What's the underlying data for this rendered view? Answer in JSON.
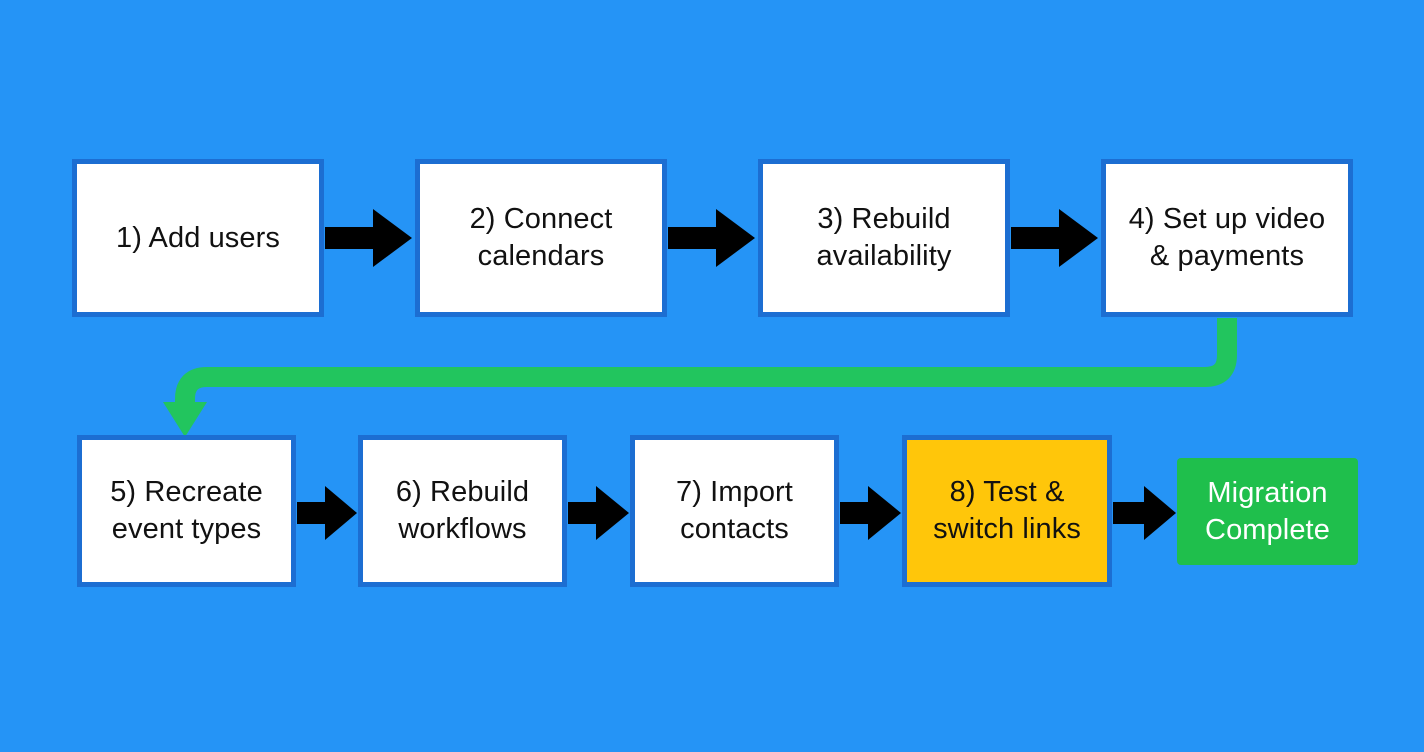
{
  "steps_row1": [
    {
      "id": "step-1",
      "label": "1) Add users"
    },
    {
      "id": "step-2",
      "label": "2) Connect\ncalendars"
    },
    {
      "id": "step-3",
      "label": "3) Rebuild\navailability"
    },
    {
      "id": "step-4",
      "label": "4) Set up video\n& payments"
    }
  ],
  "steps_row2": [
    {
      "id": "step-5",
      "label": "5) Recreate\nevent types"
    },
    {
      "id": "step-6",
      "label": "6) Rebuild\nworkflows"
    },
    {
      "id": "step-7",
      "label": "7) Import\ncontacts"
    },
    {
      "id": "step-8",
      "label": "8) Test &\nswitch links"
    }
  ],
  "final": {
    "label": "Migration\nComplete"
  },
  "colors": {
    "background": "#2594f6",
    "box_border": "#1c6ed2",
    "box_fill": "#ffffff",
    "highlight_fill": "#ffc60a",
    "final_fill": "#1fbf4c",
    "arrow": "#000000",
    "connector": "#22c55e"
  }
}
